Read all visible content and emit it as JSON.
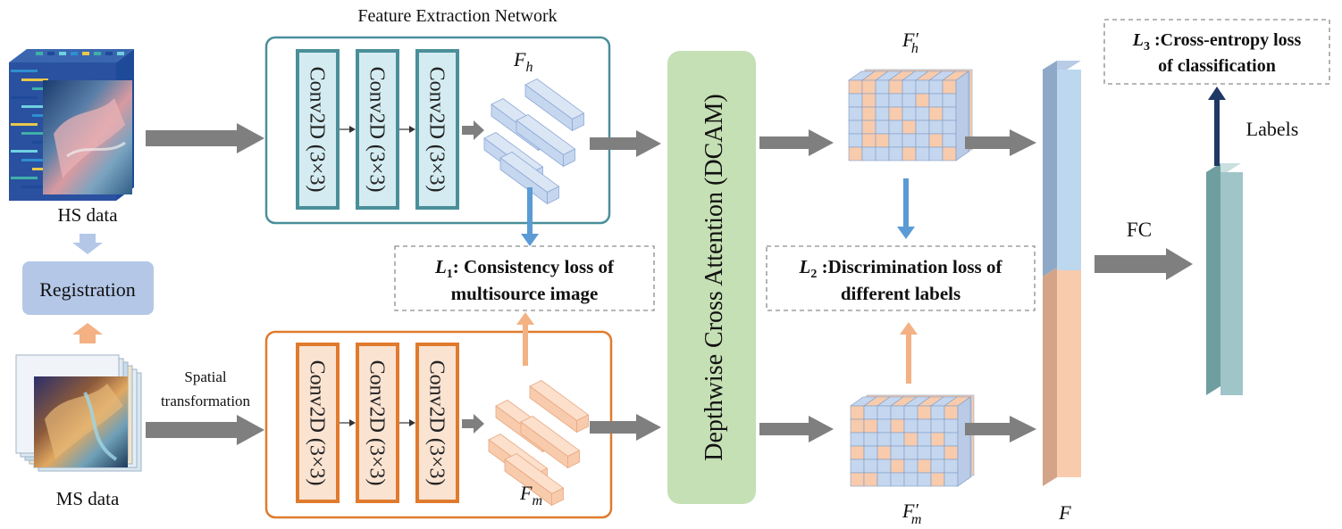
{
  "title": "Feature Extraction Network",
  "inputs": {
    "hs": "HS data",
    "ms": "MS data",
    "registration": "Registration",
    "spatial_line1": "Spatial",
    "spatial_line2": "transformation"
  },
  "conv_label": "Conv2D (3×3)",
  "features": {
    "fh_base": "F",
    "fh_sub": "h",
    "fm_base": "F",
    "fm_sub": "m",
    "fh_prime_base": "F",
    "fh_prime_sub": "h",
    "fm_prime_base": "F",
    "fm_prime_sub": "m",
    "prime": "′",
    "fused": "F"
  },
  "attention": "Depthwise Cross  Attention (DCAM)",
  "losses": {
    "l1_sym": "L",
    "l1_sub": "1",
    "l1_line1": ": Consistency loss of",
    "l1_line2": "multisource image",
    "l2_sym": "L",
    "l2_sub": "2",
    "l2_line1": " :Discrimination loss of",
    "l2_line2": "different labels",
    "l3_sym": "L",
    "l3_sub": "3",
    "l3_line1": " :Cross-entropy loss",
    "l3_line2": "of classification"
  },
  "fc": "FC",
  "labels": "Labels",
  "colors": {
    "hs_border": "#4a8f9a",
    "hs_fill": "#d4ecf1",
    "ms_border": "#e07b2e",
    "ms_fill": "#fbe3d2",
    "arrow_gray": "#7f7f7f",
    "arrow_blue": "#5b9bd5",
    "arrow_orange": "#f4b183",
    "arrow_navy": "#1f3864",
    "dcam_fill": "#c5e0b4",
    "registration_fill": "#b4c7e7",
    "feat_blue": "#c5d6ef",
    "feat_orange": "#f8cbad",
    "output_teal": "#9fc5c8"
  }
}
